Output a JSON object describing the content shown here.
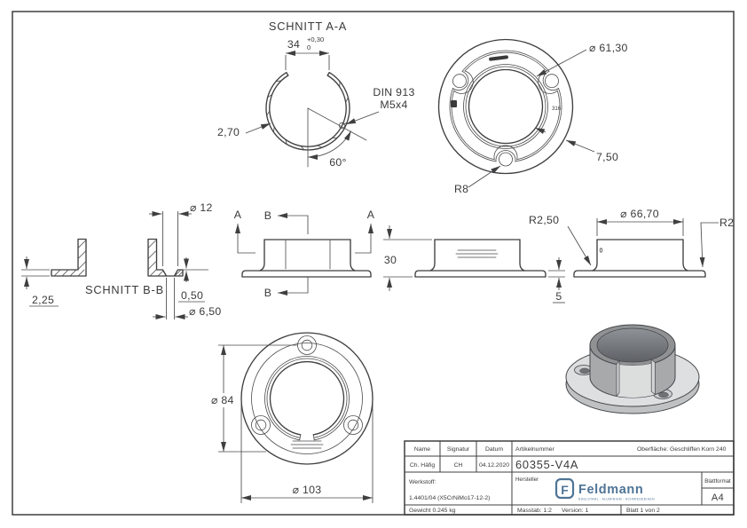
{
  "page": {
    "bg": "#ffffff",
    "line_color": "#3f3f41",
    "brand_blue": "#4e7496"
  },
  "views": {
    "schnitt_aa": {
      "title": "SCHNITT A-A",
      "dim_width": "34",
      "tol_upper": "+0,30",
      "tol_lower": "0",
      "wall": "2,70",
      "din_l1": "DIN 913",
      "din_l2": "M5x4",
      "angle": "60°"
    },
    "back": {
      "dia_inner": "⌀ 61,30",
      "wall": "7,50",
      "radius": "R8",
      "marking": "316"
    },
    "schnitt_bb": {
      "title": "SCHNITT B-B",
      "dia_countersink": "⌀ 12",
      "plate_thickness": "2,25",
      "lip": "0,50",
      "dia_hole": "⌀ 6,50"
    },
    "elevation": {
      "sec_a": "A",
      "sec_b": "B",
      "height": "30"
    },
    "side_mid": {
      "plate_height": "5"
    },
    "side_right": {
      "r_inner": "R2,50",
      "dia_collar": "⌀ 66,70",
      "r_edge": "R2"
    },
    "front": {
      "dia_bolt_circle": "⌀ 84",
      "dia_outer": "⌀ 103"
    }
  },
  "title_block": {
    "name_label": "Name",
    "signatur_label": "Signatur",
    "datum_label": "Datum",
    "artikel_label": "Artikelnummer",
    "oberflaeche": "Oberfläche:  Geschliffen Korn 240",
    "name_value": "Ch. Häfig",
    "signatur_value": "CH",
    "datum_value": "04.12.2020",
    "artikel_value": "60355-V4A",
    "werkstoff_label": "Werkstoff:",
    "werkstoff_value": "1.4401/04 (X5CrNiMo17-12-2)",
    "hersteller_label": "Hersteller",
    "logo_f": "F",
    "logo_text": "Feldmann",
    "logo_tagline": "EDELSTAHL · ALUMINIUM · SCHMIEDEEISEN",
    "blattformat_label": "Blattformat",
    "blattformat_value": "A4",
    "gewicht": "Gewicht 0.245 kg",
    "masstab": "Masstab: 1:2",
    "version": "Version: 1",
    "blatt": "Blatt 1 von 2"
  }
}
